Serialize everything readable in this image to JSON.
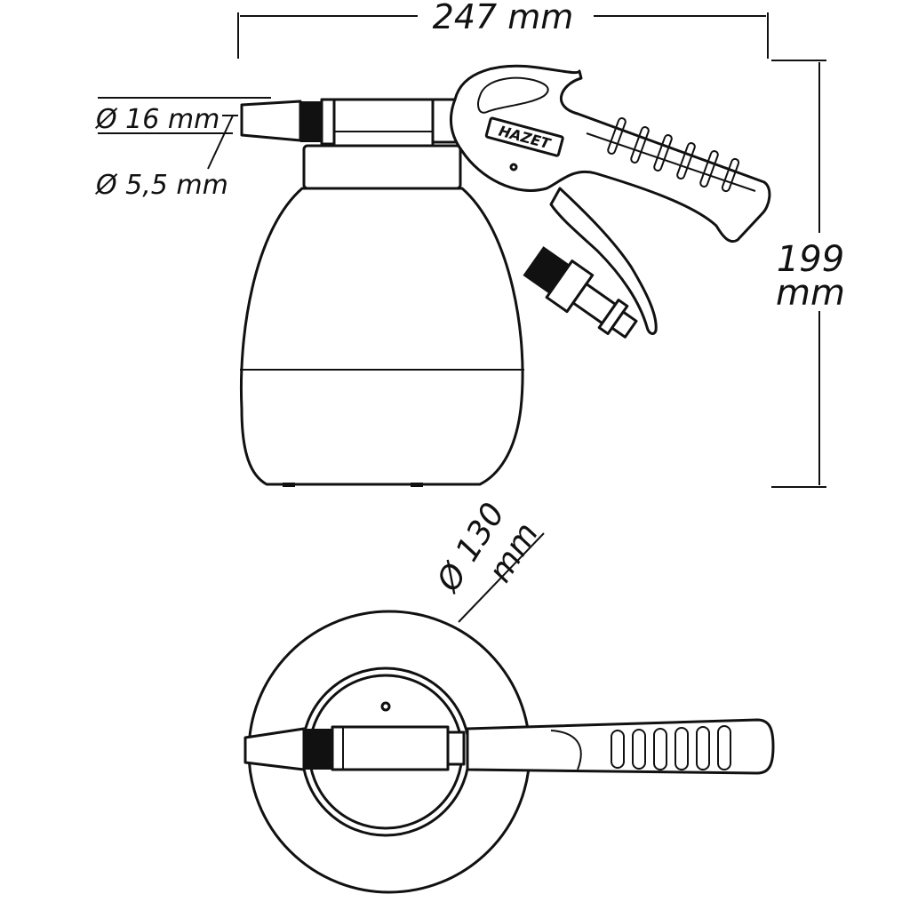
{
  "dimensions": {
    "width_label": "247 mm",
    "height_value": "199",
    "height_unit": "mm",
    "nozzle_outer": "Ø 16 mm",
    "nozzle_inner": "Ø 5,5 mm",
    "base_diameter_value": "Ø 130",
    "base_diameter_unit": "mm"
  },
  "product": {
    "brand_logo": "HAZET"
  },
  "colors": {
    "line": "#111111",
    "background": "#ffffff"
  }
}
